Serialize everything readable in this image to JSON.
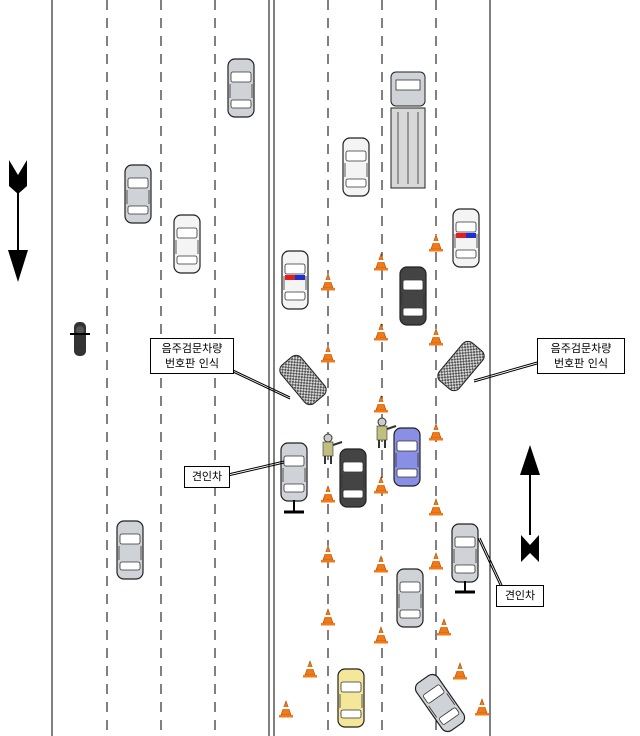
{
  "labels": {
    "plate_recognition_line1": "음주검문차량",
    "plate_recognition_line2": "번호판 인식",
    "tow_truck": "견인차"
  },
  "colors": {
    "road_line": "#000000",
    "car_body": "#cfd2d6",
    "car_white": "#f4f4f4",
    "car_dark": "#444444",
    "car_blue": "#8a8fe6",
    "car_yellow": "#f4e79a",
    "police_red": "#e02020",
    "police_blue": "#2030d0",
    "cone_orange": "#f07a1a",
    "checked_car": "#9a9a9a"
  },
  "icons": [
    "arrow-up-down-icon",
    "arrow-up-icon",
    "traffic-cone-icon",
    "police-officer-icon",
    "car-icon",
    "truck-icon",
    "motorcycle-icon",
    "tow-truck-icon"
  ]
}
